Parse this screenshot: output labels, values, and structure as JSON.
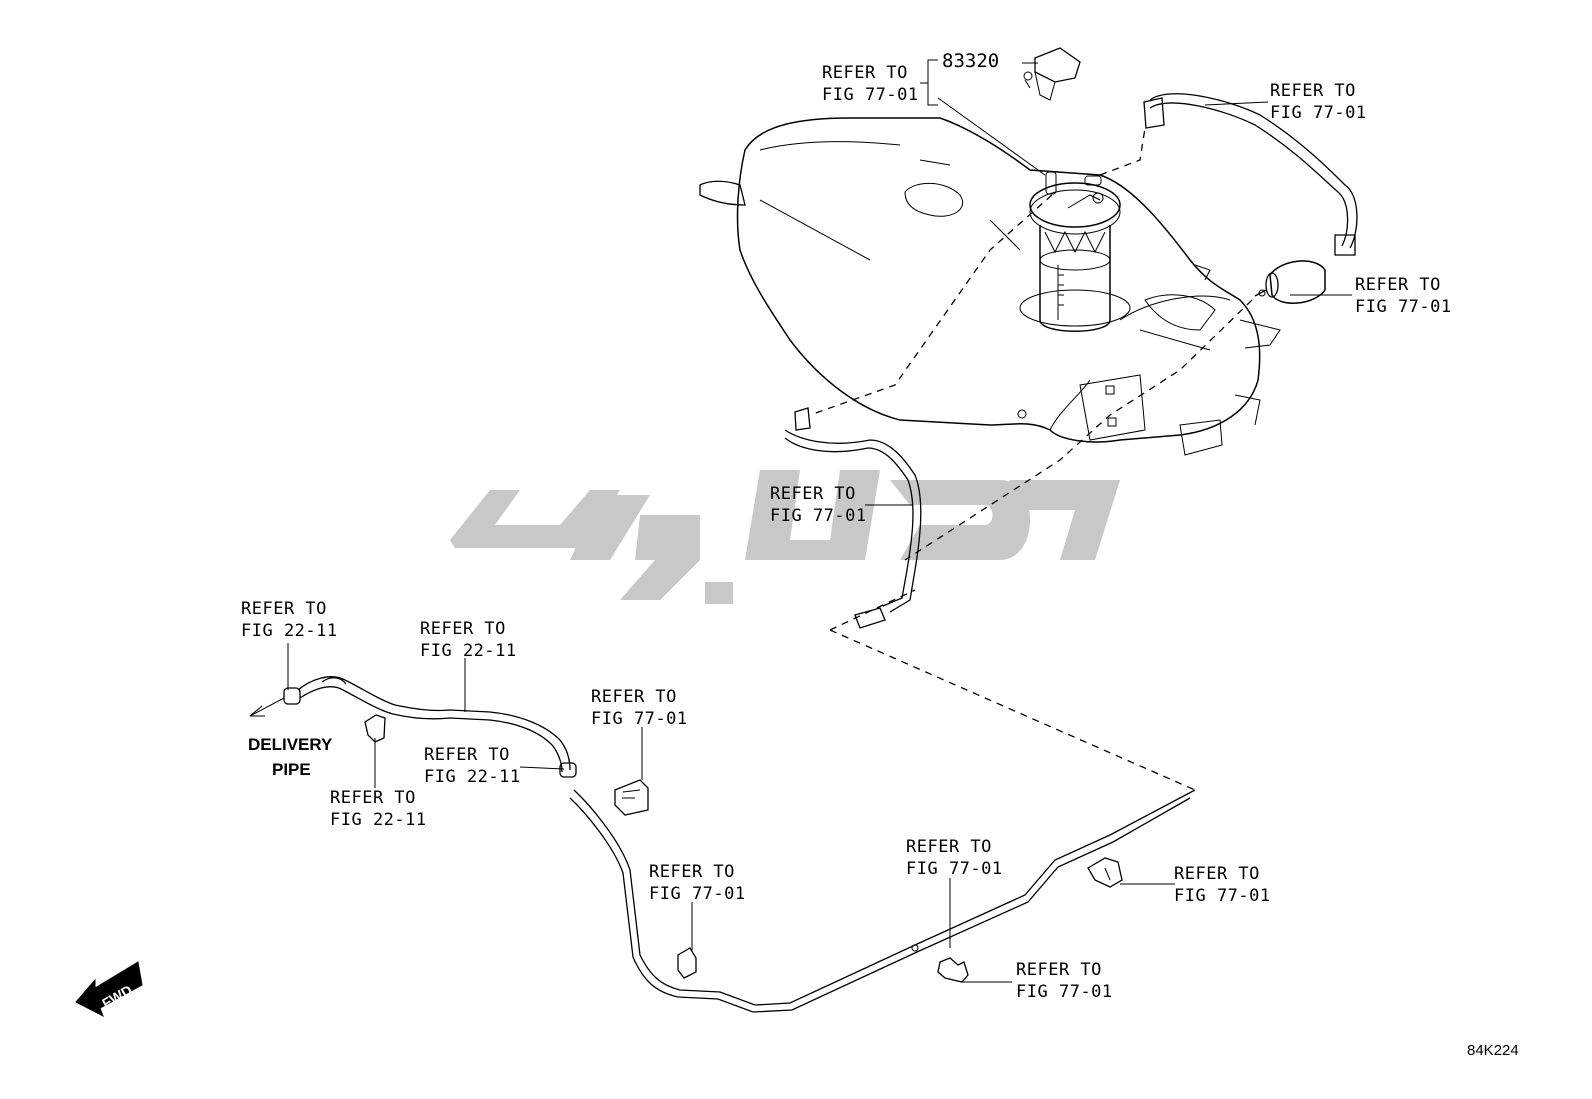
{
  "watermark": {
    "color": "#c8c8c8"
  },
  "part": {
    "number": "83320"
  },
  "labels": {
    "refer_to": "REFER TO",
    "fig_77_01": "FIG 77-01",
    "fig_22_11": "FIG 22-11"
  },
  "delivery_pipe": {
    "line1": "DELIVERY",
    "line2": "PIPE"
  },
  "fwd": "FWD",
  "diagram_code": "84K224"
}
